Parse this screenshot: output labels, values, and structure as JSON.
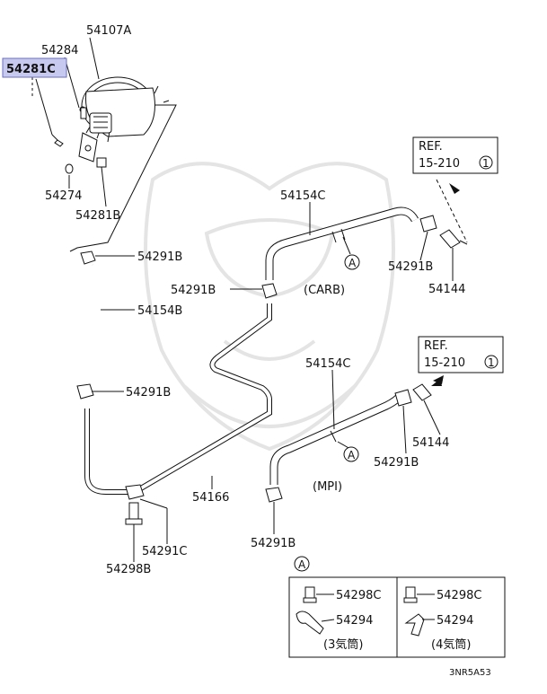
{
  "diagram": {
    "highlight_color": "#c7c9ee",
    "highlighted_part": "54281C",
    "labels": {
      "p54107A": "54107A",
      "p54284": "54284",
      "p54281C": "54281C",
      "p54274": "54274",
      "p54281B": "54281B",
      "p54291B_1": "54291B",
      "p54154B": "54154B",
      "p54291B_2": "54291B",
      "p54166": "54166",
      "p54291C": "54291C",
      "p54298B": "54298B",
      "p54154C_carb": "54154C",
      "p54291B_3": "54291B",
      "carb": "(CARB)",
      "p54291B_4": "54291B",
      "p54144_1": "54144",
      "p54154C_mpi": "54154C",
      "mpi": "(MPI)",
      "p54291B_5": "54291B",
      "p54144_2": "54144",
      "p54291B_6": "54291B",
      "ref1_line1": "REF.",
      "ref1_line2": "15-210",
      "ref1_circle": "1",
      "ref2_line1": "REF.",
      "ref2_line2": "15-210",
      "ref2_circle": "1",
      "callout_a": "A",
      "detail_a": "A",
      "p54298C_1": "54298C",
      "p54294_1": "54294",
      "cyl3": "(3気筒)",
      "p54298C_2": "54298C",
      "p54294_2": "54294",
      "cyl4": "(4気筒)",
      "code": "3NR5A53"
    }
  }
}
